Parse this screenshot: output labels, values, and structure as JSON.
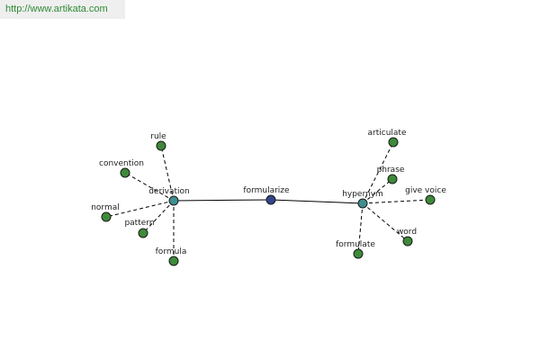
{
  "url": "http://www.artikata.com",
  "colors": {
    "leaf": "#3e8a3a",
    "hub": "#3f8f8f",
    "center": "#33458a",
    "edge": "#000000"
  },
  "graph": {
    "center": "formularize",
    "hubs": [
      "derivation",
      "hypernym"
    ],
    "leaves": {
      "derivation": [
        "rule",
        "convention",
        "normal",
        "pattern",
        "formula"
      ],
      "hypernym": [
        "articulate",
        "phrase",
        "give voice",
        "word",
        "formulate"
      ]
    }
  }
}
